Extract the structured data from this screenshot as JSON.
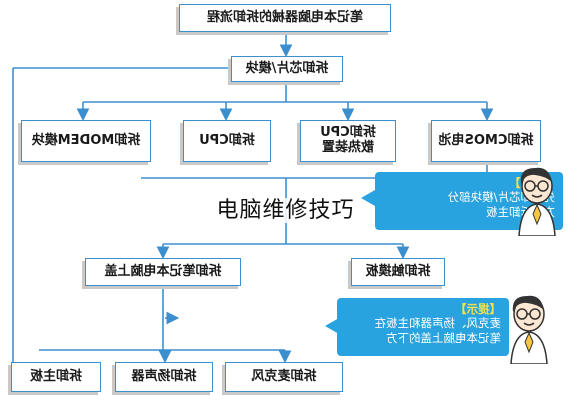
{
  "diagram": {
    "title": "笔记本电脑器械的拆卸流程",
    "step1": "拆卸芯片/模块",
    "sub_steps": {
      "cmos": "拆卸CMOS电池",
      "cpu_cooler": "拆卸CPU\n散热装置",
      "cpu": "拆卸CPU",
      "modem": "拆卸MODEM模块"
    },
    "step2_left": "拆卸触摸板",
    "step2_right": "拆卸笔记本电脑上盖",
    "final": {
      "mic": "拆卸麦克风",
      "speaker": "拆卸扬声器",
      "board": "拆卸主板"
    },
    "tip1": {
      "head": "【提示】",
      "line1": "先拆卸芯片/模块部分",
      "line2": "方能拆卸主板"
    },
    "tip2": {
      "head": "【提示】",
      "line1": "麦克风、扬声器和主板在",
      "line2": "笔记本电脑上盖的下方"
    }
  },
  "caption": "电脑维修技巧",
  "colors": {
    "box_border": "#3c8fcf",
    "line": "#3c8fcf",
    "callout": "#29a3df",
    "tip_head": "#f6e24a"
  }
}
